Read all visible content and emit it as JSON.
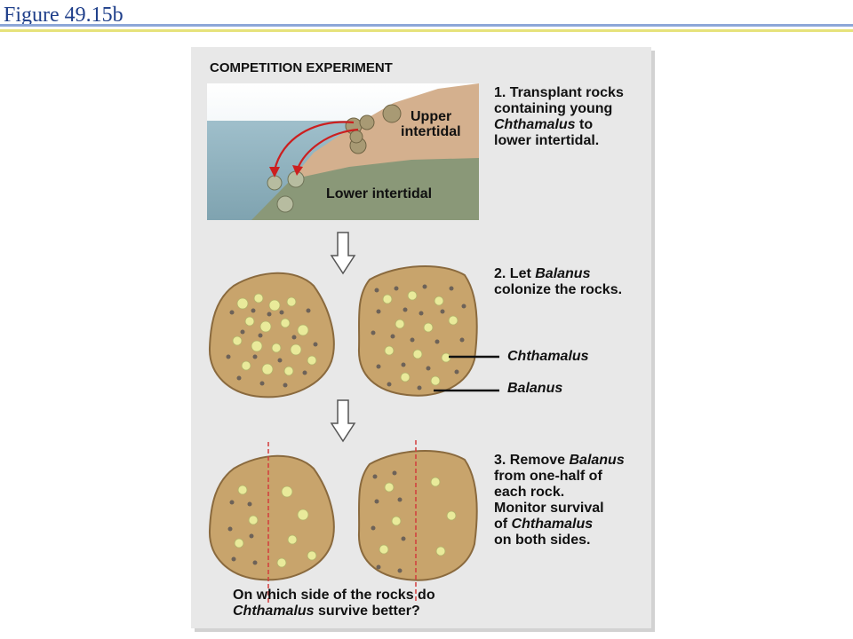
{
  "figure_title": "Figure 49.15b",
  "panel_title": "COMPETITION EXPERIMENT",
  "scene_labels": {
    "upper_line1": "Upper",
    "upper_line2": "intertidal",
    "lower": "Lower intertidal"
  },
  "steps": [
    {
      "pre": "1. Transplant rocks",
      "mid1": "containing young",
      "italic": "Chthamalus",
      "post": " to",
      "end": "lower intertidal."
    },
    {
      "line1_pre": "2. Let ",
      "line1_italic": "Balanus",
      "line2": "colonize the rocks."
    },
    {
      "line1_pre": "3. Remove ",
      "line1_italic": "Balanus",
      "line2": "from one-half of",
      "line3": "each rock.",
      "line4": "Monitor survival",
      "line5_pre": "of ",
      "line5_italic": "Chthamalus",
      "line6": "on both sides."
    }
  ],
  "legend": {
    "chthamalus": "Chthamalus",
    "balanus": "Balanus"
  },
  "question": {
    "line1": "On which side of the rocks do",
    "line2_italic": "Chthamalus",
    "line2_post": " survive better?"
  },
  "colors": {
    "title_blue": "#1f3f8a",
    "arrow_red": "#cc1f1f",
    "rock": "#c8a46c",
    "rock_dark": "#8a6a3e",
    "chthamalus": "#e9ea9a",
    "balanus": "#6d6258",
    "divider": "#d23c3c"
  }
}
